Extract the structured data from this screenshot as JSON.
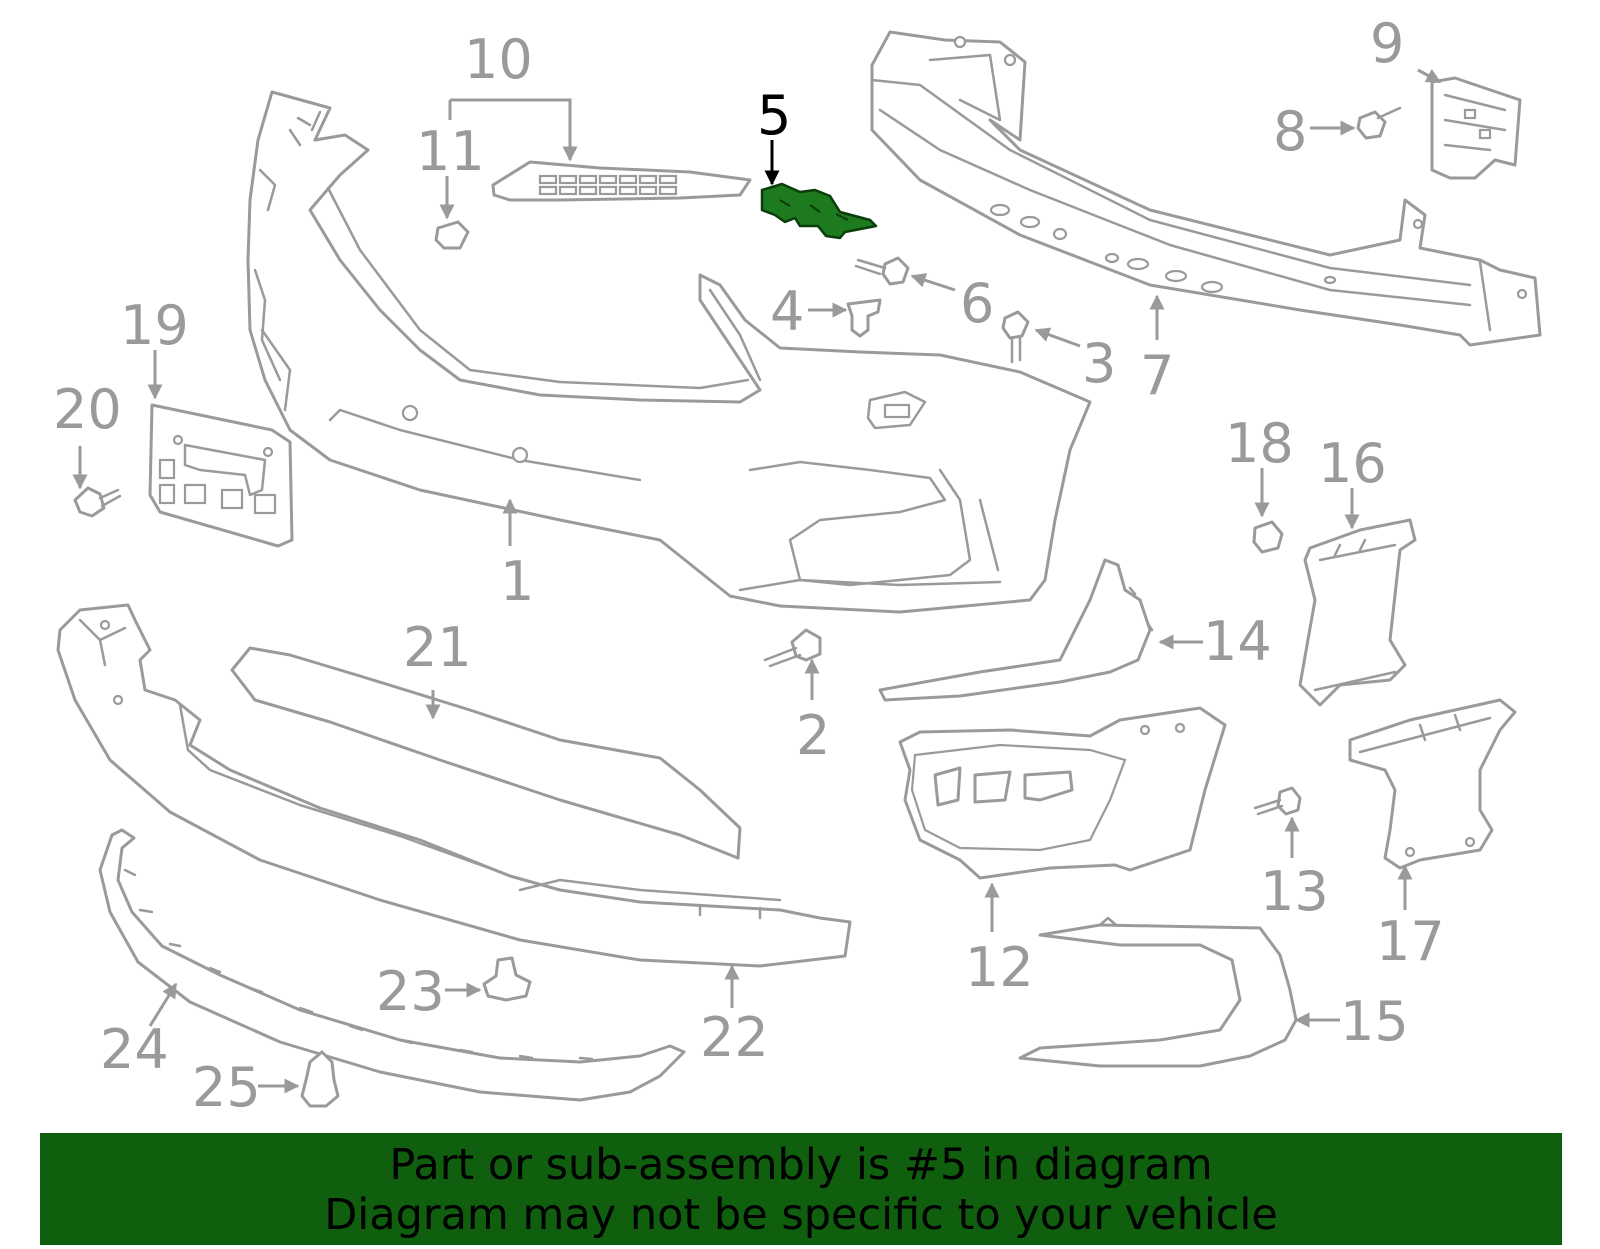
{
  "diagram": {
    "highlighted_part": "5",
    "highlight_color": "#1e7a1e",
    "banner_color": "#0f5f0f",
    "callouts": [
      "1",
      "2",
      "3",
      "4",
      "5",
      "6",
      "7",
      "8",
      "9",
      "10",
      "11",
      "12",
      "13",
      "14",
      "15",
      "16",
      "17",
      "18",
      "19",
      "20",
      "21",
      "22",
      "23",
      "24",
      "25"
    ]
  },
  "banner": {
    "line1": "Part or sub-assembly is #5 in diagram",
    "line2": "Diagram may not be specific to your vehicle"
  }
}
